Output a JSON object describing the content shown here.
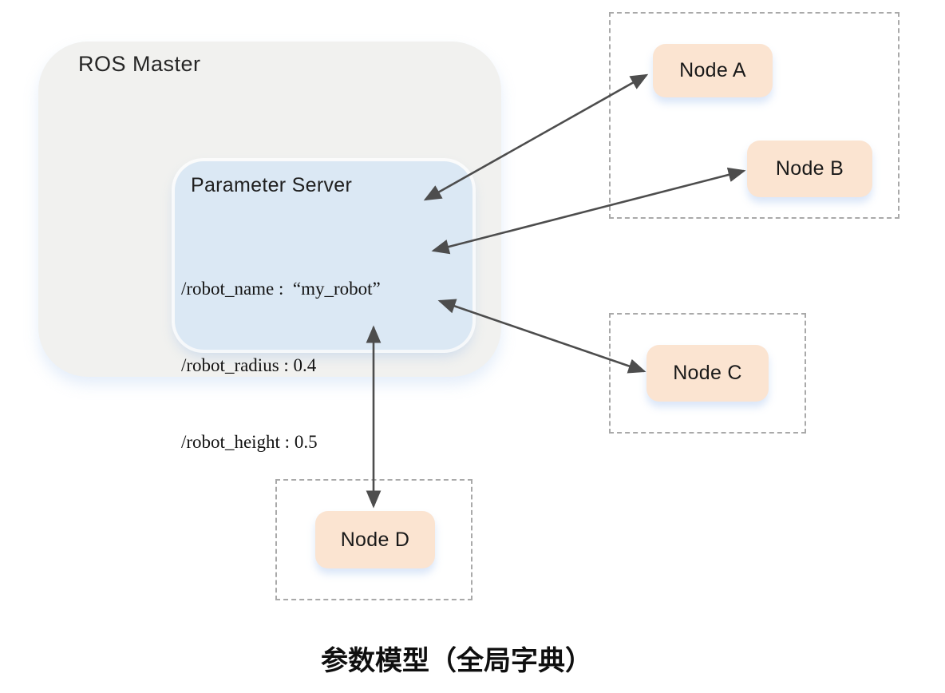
{
  "diagram": {
    "ros_master": {
      "label": "ROS Master"
    },
    "parameter_server": {
      "label": "Parameter Server",
      "params": [
        "/robot_name :  “my_robot”",
        "/robot_radius : 0.4",
        "/robot_height : 0.5"
      ]
    },
    "nodes": [
      {
        "id": "node-a",
        "label": "Node A"
      },
      {
        "id": "node-b",
        "label": "Node B"
      },
      {
        "id": "node-c",
        "label": "Node C"
      },
      {
        "id": "node-d",
        "label": "Node D"
      }
    ],
    "connections": [
      {
        "from": "parameter-server",
        "to": "node-a",
        "bidirectional": true
      },
      {
        "from": "parameter-server",
        "to": "node-b",
        "bidirectional": true
      },
      {
        "from": "parameter-server",
        "to": "node-c",
        "bidirectional": true
      },
      {
        "from": "parameter-server",
        "to": "node-d",
        "bidirectional": true
      }
    ],
    "caption": "参数模型（全局字典）",
    "colors": {
      "ros_master_fill": "#f1f1ef",
      "parameter_server_fill": "#dbe8f4",
      "node_fill": "#fbe4d1",
      "arrow": "#4d4d4d",
      "dashed_border": "#a9a9a9",
      "text": "#1a1a1a"
    }
  }
}
